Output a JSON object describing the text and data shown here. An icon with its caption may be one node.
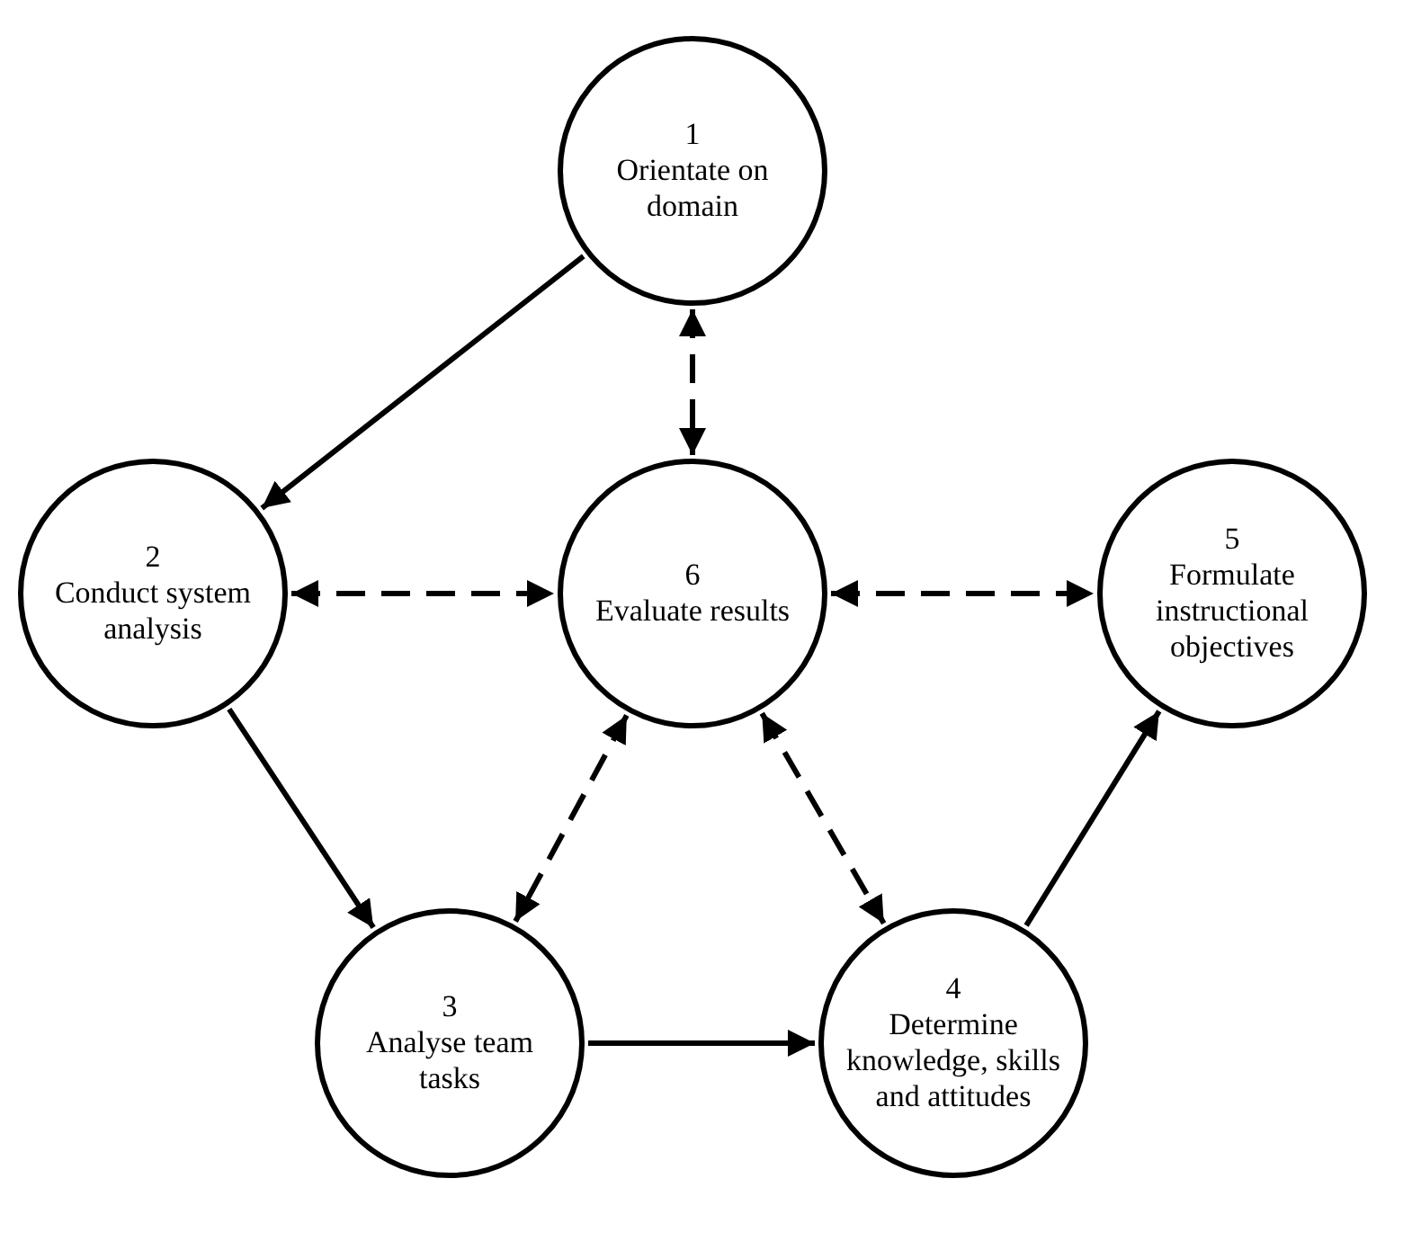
{
  "diagram": {
    "nodes": [
      {
        "text": [
          "1",
          "Orientate on domain"
        ]
      },
      {
        "text": [
          "2",
          "Conduct system analysis"
        ]
      },
      {
        "text": [
          "6",
          "Evaluate results"
        ]
      },
      {
        "text": [
          "5",
          "Formulate instructional objectives"
        ]
      },
      {
        "text": [
          "3",
          "Analyse team tasks"
        ]
      },
      {
        "text": [
          "4",
          "Determine knowledge, skills and attitudes"
        ]
      }
    ],
    "edges": [
      {
        "from": 0,
        "to": 1,
        "arrow": "to"
      },
      {
        "from": 0,
        "to": 2,
        "arrow": "both",
        "style": "dashed"
      },
      {
        "from": 1,
        "to": 2,
        "arrow": "both",
        "style": "dashed"
      },
      {
        "from": 2,
        "to": 3,
        "arrow": "both",
        "style": "dashed"
      },
      {
        "from": 1,
        "to": 4,
        "arrow": "to"
      },
      {
        "from": 2,
        "to": 4,
        "arrow": "both",
        "style": "dashed"
      },
      {
        "from": 2,
        "to": 5,
        "arrow": "both",
        "style": "dashed"
      },
      {
        "from": 4,
        "to": 5,
        "arrow": "to"
      },
      {
        "from": 5,
        "to": 3,
        "arrow": "to"
      }
    ]
  }
}
